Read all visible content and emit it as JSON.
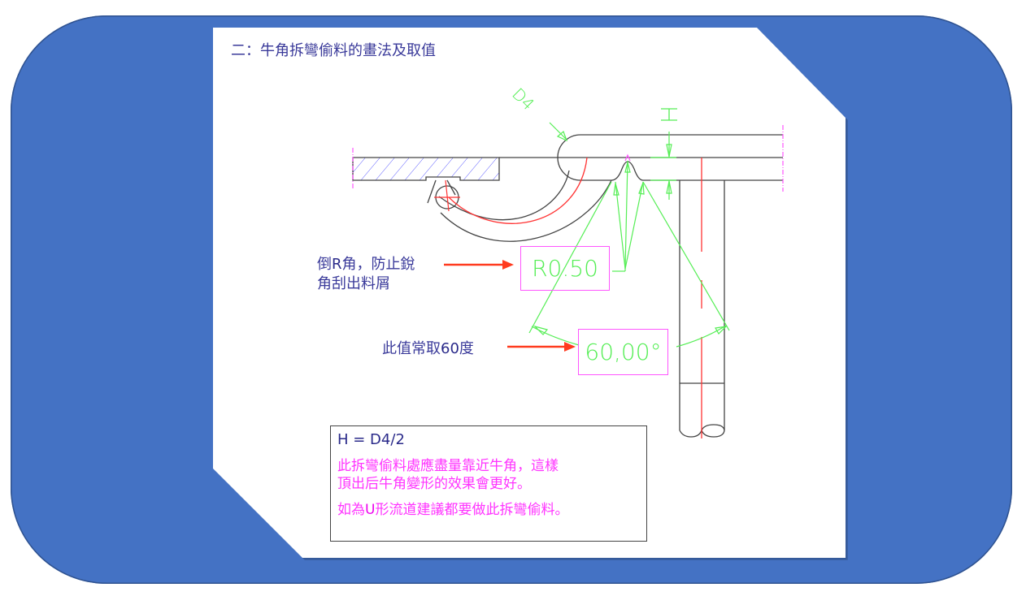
{
  "slide": {
    "title": "二：牛角拆彎偷料的畫法及取值",
    "colors": {
      "frame": "#4472c4",
      "frame_border": "#2f528f",
      "panel": "#ffffff",
      "annotation_text": "#3a3a9a",
      "dimension_green": "#55ee55",
      "box_magenta": "#ff55ff",
      "pointer_red": "#ff3b1f",
      "centerline_red": "#ff3333",
      "hatch_blue": "#3333ff",
      "outline": "#444444"
    }
  },
  "drawing": {
    "labels": {
      "d4": "D4",
      "h": "H"
    },
    "callouts": [
      {
        "id": "radius",
        "text_line1_pre": "倒",
        "text_line1_bold": "R",
        "text_line1_post": "角，防止銳",
        "text_line2": "角刮出料屑",
        "value": "R0.50"
      },
      {
        "id": "angle",
        "text_pre": "此值常取",
        "text_bold": "60",
        "text_post": "度",
        "value": "60,00°"
      }
    ]
  },
  "note": {
    "formula": "H = D4/2",
    "line1": "此拆彎偷料處應盡量靠近牛角，這樣",
    "line2": "頂出后牛角變形的效果會更好。",
    "line3_pre": "如為",
    "line3_bold": "U",
    "line3_post": "形流道建議都要做此拆彎偷料。"
  }
}
